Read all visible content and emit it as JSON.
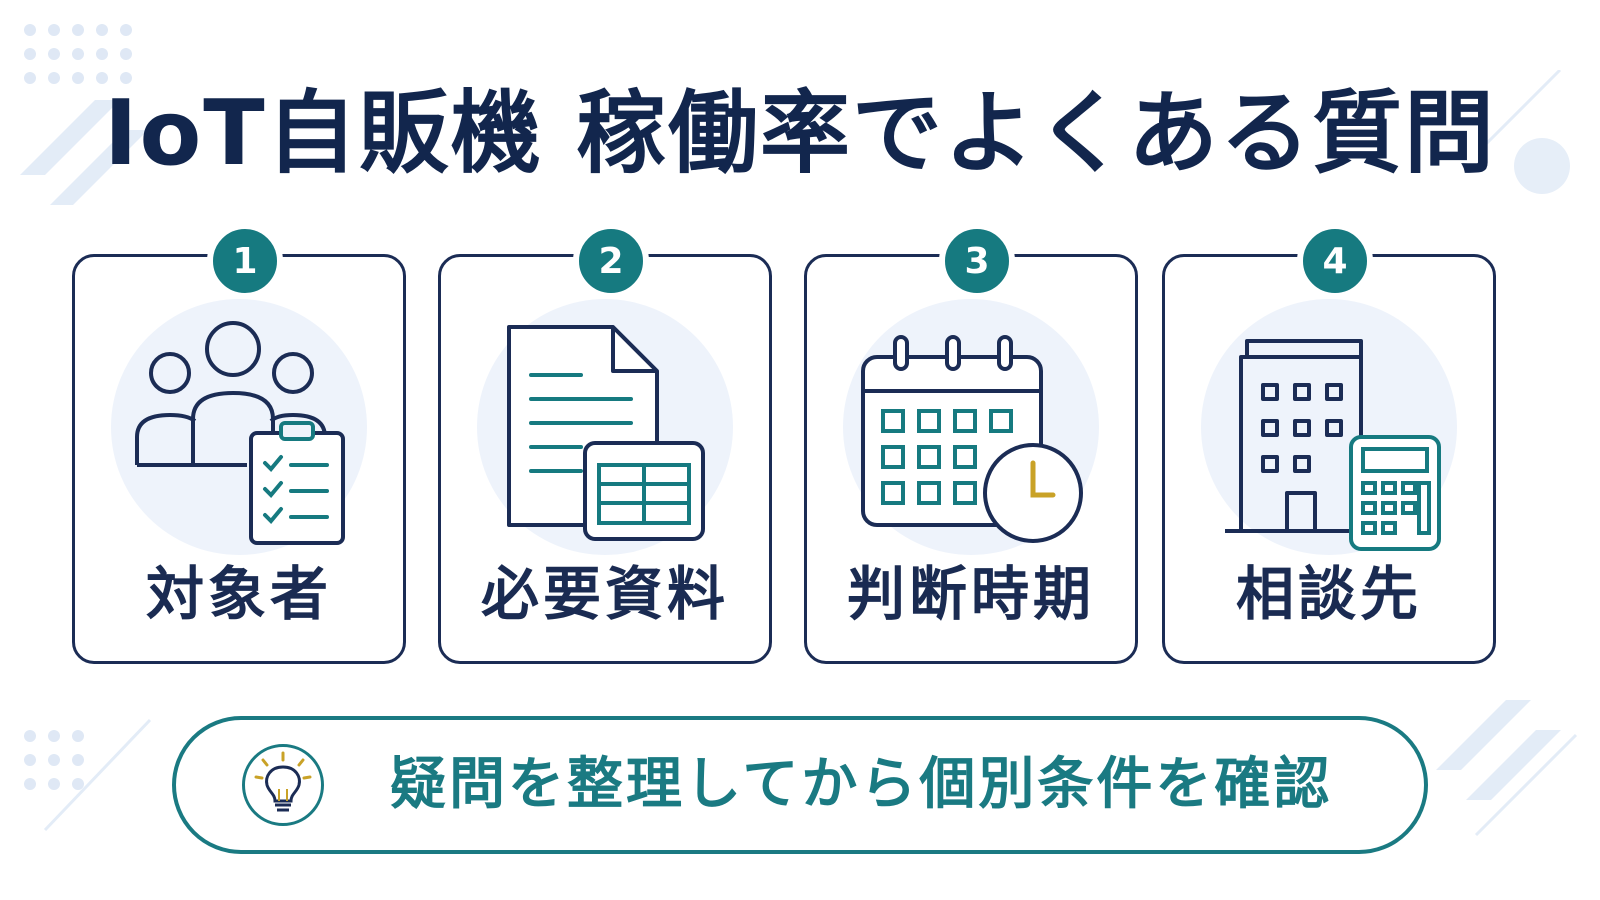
{
  "title": "IoT自販機 稼働率でよくある質問",
  "cards": [
    {
      "number": "1",
      "label": "対象者"
    },
    {
      "number": "2",
      "label": "必要資料"
    },
    {
      "number": "3",
      "label": "判断時期"
    },
    {
      "number": "4",
      "label": "相談先"
    }
  ],
  "banner": {
    "text": "疑問を整理してから個別条件を確認"
  },
  "colors": {
    "navy": "#12264d",
    "teal": "#167a80",
    "halo": "#eef3fb",
    "accent_gold": "#c9a227"
  },
  "icons": [
    "people-checklist-icon",
    "document-table-icon",
    "calendar-clock-icon",
    "building-calculator-icon",
    "lightbulb-icon"
  ]
}
